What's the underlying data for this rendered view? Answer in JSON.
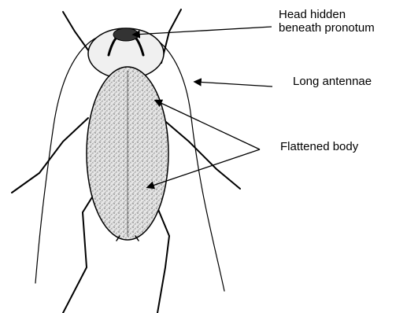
{
  "labels": {
    "head": "Head hidden\nbeneath pronotum",
    "antennae": "Long antennae",
    "body": "Flattened body"
  },
  "colors": {
    "ink": "#000000",
    "body_fill": "#d9d9d9",
    "background": "#ffffff"
  }
}
